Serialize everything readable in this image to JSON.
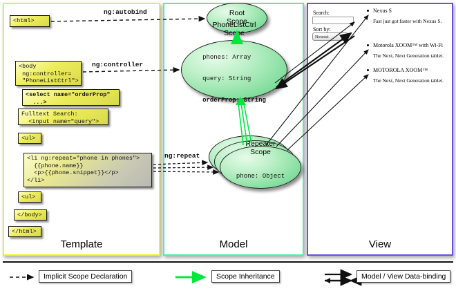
{
  "panels": {
    "template": {
      "title": "Template",
      "border_color": "#f2f20a"
    },
    "model": {
      "title": "Model",
      "border_color": "#4df0a8"
    },
    "view": {
      "title": "View",
      "border_color": "#6a4fe0"
    }
  },
  "template_boxes": [
    {
      "id": "html-open",
      "text": "<html>"
    },
    {
      "id": "body-open",
      "text": "<body\n ng:controller=\n \"PhoneListCtrl\">"
    },
    {
      "id": "select-tag",
      "text": "<select name=\"orderProp\"\n  ...>"
    },
    {
      "id": "fulltext",
      "text": "Fulltext Search:\n  <input name=\"query\">"
    },
    {
      "id": "ul-open",
      "text": "<ul>"
    },
    {
      "id": "li-repeat",
      "text": "<li ng:repeat=\"phone in phones\">\n  {{phone.name}}\n  <p>{{phone.snippet}}</p>\n</li>"
    },
    {
      "id": "ul-close",
      "text": "<ul>"
    },
    {
      "id": "body-close",
      "text": "</body>"
    },
    {
      "id": "html-close",
      "text": "</html>"
    }
  ],
  "edge_labels": {
    "autobind": "ng:autobind",
    "controller": "ng:controller",
    "repeat": "ng:repeat"
  },
  "scopes": [
    {
      "id": "root-scope",
      "title_lines": [
        "Root",
        "Scope"
      ],
      "props": []
    },
    {
      "id": "phonelistctrl-scope",
      "title_lines": [
        "PhoneListCtrl",
        "Scope"
      ],
      "props": [
        {
          "text": "phones: Array",
          "bold": false
        },
        {
          "text": "query: String",
          "bold": false
        },
        {
          "text": "orderProp: String",
          "bold": true
        }
      ]
    },
    {
      "id": "repeater-scope",
      "title_lines": [
        "Repeater",
        "Scope"
      ],
      "props": [
        {
          "text": "phone: Object",
          "bold": false
        }
      ]
    }
  ],
  "view": {
    "search_label": "Search:",
    "search_value": "",
    "sort_label": "Sort by:",
    "sort_selected": "Newest",
    "phones": [
      {
        "name": "Nexus S",
        "snippet": "Fast just got faster with Nexus S."
      },
      {
        "name": "Motorola XOOM™  with Wi-Fi",
        "snippet": "The Next, Next Generation tablet."
      },
      {
        "name": "MOTOROLA XOOM™",
        "snippet": "The Next, Next Generation tablet."
      }
    ]
  },
  "legend": [
    {
      "id": "implicit-scope-declaration",
      "label": "Implicit Scope Declaration",
      "arrow": "dashed-black"
    },
    {
      "id": "scope-inheritance",
      "label": "Scope Inheritance",
      "arrow": "solid-green"
    },
    {
      "id": "model-view-data-binding",
      "label": "Model / View Data-binding",
      "arrow": "double-black"
    }
  ],
  "colors": {
    "template_border": "#f2f20a",
    "model_border": "#4df0a8",
    "view_border": "#6a4fe0",
    "scope_green": "#86dfa0",
    "code_yellow": "#eded5a",
    "inheritance_green": "#00e83c"
  }
}
